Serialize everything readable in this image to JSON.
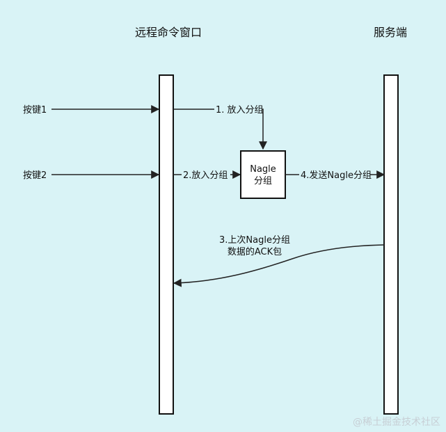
{
  "diagram": {
    "lanes": {
      "remote": "远程命令窗口",
      "server": "服务端"
    },
    "keys": {
      "key1": "按键1",
      "key2": "按键2"
    },
    "labels": {
      "step1": "1. 放入分组",
      "step2": "2.放入分组",
      "step4": "4.发送Nagle分组",
      "step3_line1": "3.上次Nagle分组",
      "step3_line2": "数据的ACK包"
    },
    "box": {
      "line1": "Nagle",
      "line2": "分组"
    },
    "watermark": "@稀土掘金技术社区"
  }
}
